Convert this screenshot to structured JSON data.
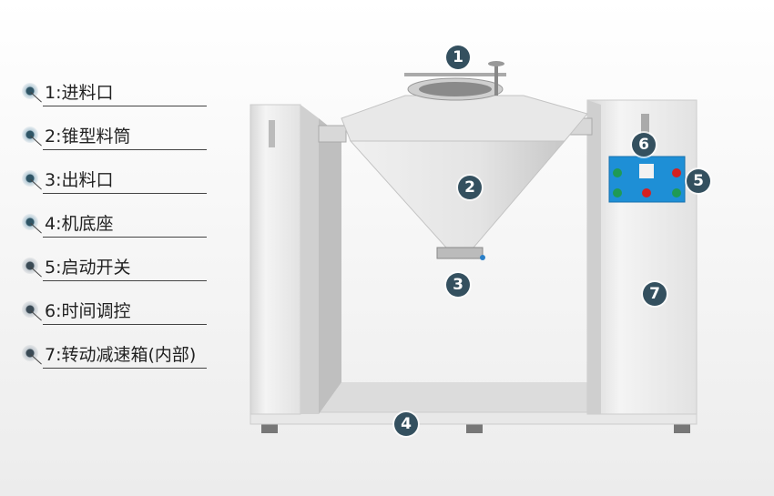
{
  "legend": [
    {
      "label": "1:进料口"
    },
    {
      "label": "2:锥型料筒"
    },
    {
      "label": "3:出料口"
    },
    {
      "label": "4:机底座"
    },
    {
      "label": "5:启动开关"
    },
    {
      "label": "6:时间调控"
    },
    {
      "label": "7:转动减速箱(内部)"
    }
  ],
  "markers": [
    "1",
    "2",
    "3",
    "4",
    "5",
    "6",
    "7"
  ],
  "colors": {
    "marker": "#34505f",
    "panel": "#1e8fd6",
    "machine": "#e6e6e6"
  }
}
